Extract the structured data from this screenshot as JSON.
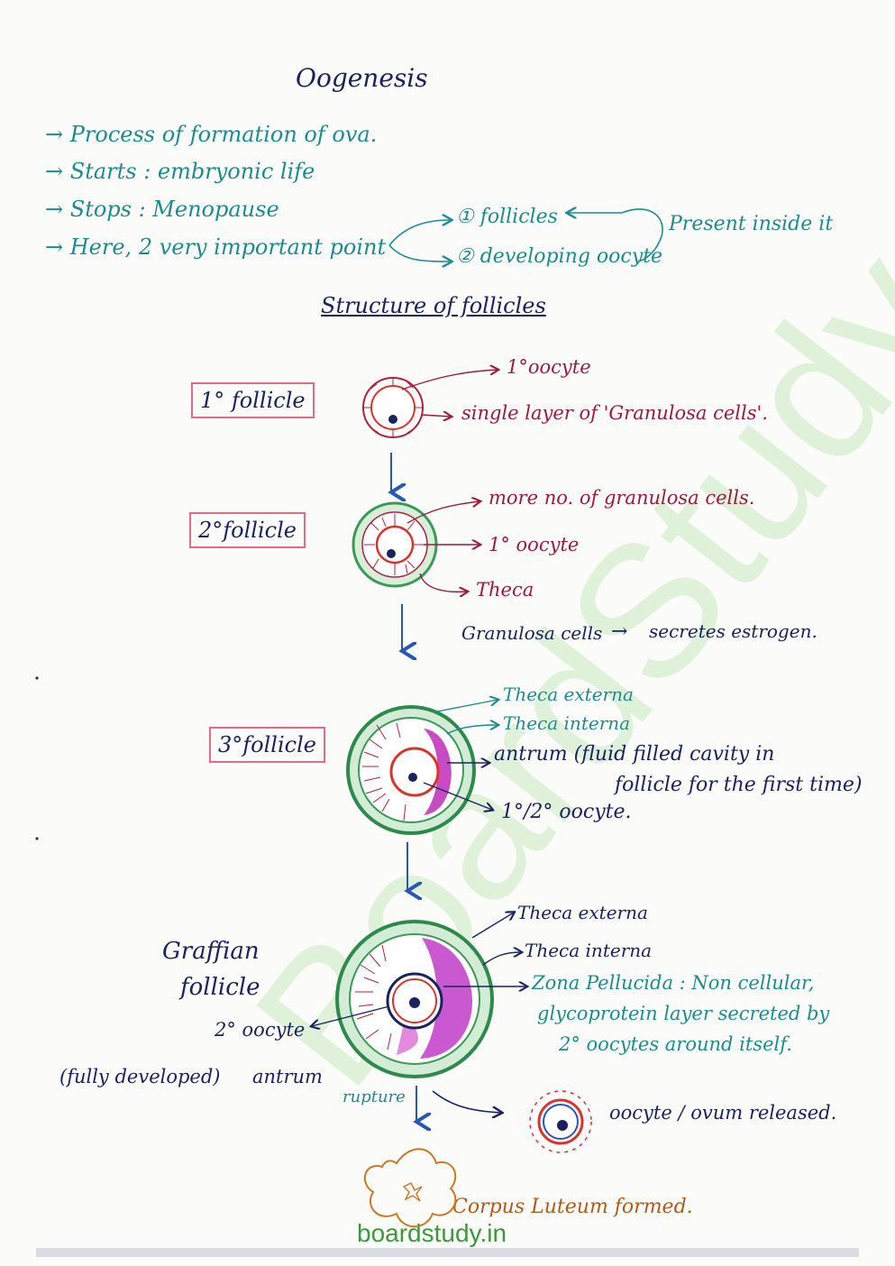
{
  "title": "Oogenesis",
  "intro": {
    "p1": "Process of formation of ova.",
    "p2": "Starts : embryonic life",
    "p3": "Stops : Menopause",
    "p4": "Here, 2 very important point",
    "b1": "① follicles",
    "b2": "② developing oocyte",
    "present": "Present inside it"
  },
  "section_title": "Structure of follicles",
  "stage1": {
    "box": "1° follicle",
    "l1": "1°oocyte",
    "l2": "single layer of 'Granulosa cells'."
  },
  "stage2": {
    "box": "2°follicle",
    "l1": "more no. of granulosa cells.",
    "l2": "1° oocyte",
    "l3": "Theca",
    "note_left": "Granulosa cells",
    "note_right": "secretes estrogen."
  },
  "stage3": {
    "box": "3°follicle",
    "l1": "Theca externa",
    "l2": "Theca interna",
    "l3a": "antrum (fluid filled cavity in",
    "l3b": "follicle for the first time)",
    "l4": "1°/2° oocyte."
  },
  "stage4": {
    "box_a": "Graffian",
    "box_b": "follicle",
    "l1": "Theca externa",
    "l2": "Theca interna",
    "l3a": "Zona Pellucida : Non cellular,",
    "l3b": "glycoprotein layer secreted by",
    "l3c": "2° oocytes around itself.",
    "left1": "2° oocyte",
    "left2": "(fully developed)",
    "left3": "antrum"
  },
  "rupture": "rupture",
  "ovum": "oocyte / ovum released.",
  "corpus": "Corpus Luteum formed.",
  "watermark": "BoardStudy",
  "footer": "boardstudy.in",
  "colors": {
    "teal": "#1d8c8f",
    "maroon": "#9b1b3e",
    "navy": "#1a2360",
    "green": "#3c9a56",
    "red": "#d9342b",
    "magenta": "#c13bc9",
    "watermark": "#7fd46a"
  }
}
